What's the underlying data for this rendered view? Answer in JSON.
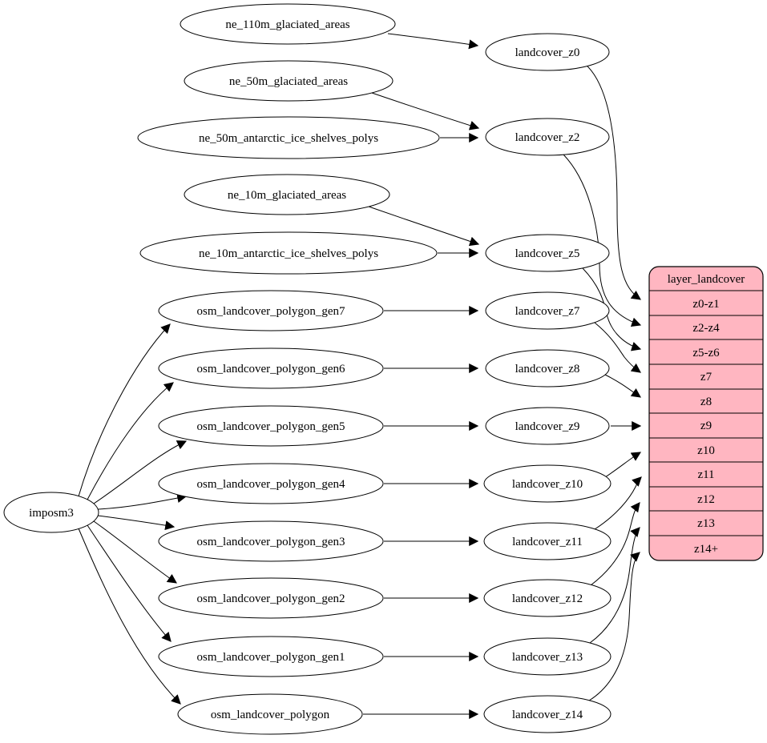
{
  "colors": {
    "node_fill": "#ffffff",
    "stroke": "#000000",
    "record_fill": "#ffb6c1"
  },
  "nodes": {
    "ne_110m_glaciated_areas": {
      "label": "ne_110m_glaciated_areas"
    },
    "ne_50m_glaciated_areas": {
      "label": "ne_50m_glaciated_areas"
    },
    "ne_50m_antarctic_ice_shelves_polys": {
      "label": "ne_50m_antarctic_ice_shelves_polys"
    },
    "ne_10m_glaciated_areas": {
      "label": "ne_10m_glaciated_areas"
    },
    "ne_10m_antarctic_ice_shelves_polys": {
      "label": "ne_10m_antarctic_ice_shelves_polys"
    },
    "osm_landcover_polygon_gen7": {
      "label": "osm_landcover_polygon_gen7"
    },
    "osm_landcover_polygon_gen6": {
      "label": "osm_landcover_polygon_gen6"
    },
    "osm_landcover_polygon_gen5": {
      "label": "osm_landcover_polygon_gen5"
    },
    "osm_landcover_polygon_gen4": {
      "label": "osm_landcover_polygon_gen4"
    },
    "osm_landcover_polygon_gen3": {
      "label": "osm_landcover_polygon_gen3"
    },
    "osm_landcover_polygon_gen2": {
      "label": "osm_landcover_polygon_gen2"
    },
    "osm_landcover_polygon_gen1": {
      "label": "osm_landcover_polygon_gen1"
    },
    "osm_landcover_polygon": {
      "label": "osm_landcover_polygon"
    },
    "imposm3": {
      "label": "imposm3"
    },
    "landcover_z0": {
      "label": "landcover_z0"
    },
    "landcover_z2": {
      "label": "landcover_z2"
    },
    "landcover_z5": {
      "label": "landcover_z5"
    },
    "landcover_z7": {
      "label": "landcover_z7"
    },
    "landcover_z8": {
      "label": "landcover_z8"
    },
    "landcover_z9": {
      "label": "landcover_z9"
    },
    "landcover_z10": {
      "label": "landcover_z10"
    },
    "landcover_z11": {
      "label": "landcover_z11"
    },
    "landcover_z12": {
      "label": "landcover_z12"
    },
    "landcover_z13": {
      "label": "landcover_z13"
    },
    "landcover_z14": {
      "label": "landcover_z14"
    }
  },
  "record": {
    "title": "layer_landcover",
    "rows": [
      "z0-z1",
      "z2-z4",
      "z5-z6",
      "z7",
      "z8",
      "z9",
      "z10",
      "z11",
      "z12",
      "z13",
      "z14+"
    ]
  },
  "edges": [
    {
      "from": "ne_110m_glaciated_areas",
      "to": "landcover_z0"
    },
    {
      "from": "ne_50m_glaciated_areas",
      "to": "landcover_z2"
    },
    {
      "from": "ne_50m_antarctic_ice_shelves_polys",
      "to": "landcover_z2"
    },
    {
      "from": "ne_10m_glaciated_areas",
      "to": "landcover_z5"
    },
    {
      "from": "ne_10m_antarctic_ice_shelves_polys",
      "to": "landcover_z5"
    },
    {
      "from": "imposm3",
      "to": "osm_landcover_polygon_gen7"
    },
    {
      "from": "imposm3",
      "to": "osm_landcover_polygon_gen6"
    },
    {
      "from": "imposm3",
      "to": "osm_landcover_polygon_gen5"
    },
    {
      "from": "imposm3",
      "to": "osm_landcover_polygon_gen4"
    },
    {
      "from": "imposm3",
      "to": "osm_landcover_polygon_gen3"
    },
    {
      "from": "imposm3",
      "to": "osm_landcover_polygon_gen2"
    },
    {
      "from": "imposm3",
      "to": "osm_landcover_polygon_gen1"
    },
    {
      "from": "imposm3",
      "to": "osm_landcover_polygon"
    },
    {
      "from": "osm_landcover_polygon_gen7",
      "to": "landcover_z7"
    },
    {
      "from": "osm_landcover_polygon_gen6",
      "to": "landcover_z8"
    },
    {
      "from": "osm_landcover_polygon_gen5",
      "to": "landcover_z9"
    },
    {
      "from": "osm_landcover_polygon_gen4",
      "to": "landcover_z10"
    },
    {
      "from": "osm_landcover_polygon_gen3",
      "to": "landcover_z11"
    },
    {
      "from": "osm_landcover_polygon_gen2",
      "to": "landcover_z12"
    },
    {
      "from": "osm_landcover_polygon_gen1",
      "to": "landcover_z13"
    },
    {
      "from": "osm_landcover_polygon",
      "to": "landcover_z14"
    },
    {
      "from": "landcover_z0",
      "to": "layer_landcover.z0-z1"
    },
    {
      "from": "landcover_z2",
      "to": "layer_landcover.z2-z4"
    },
    {
      "from": "landcover_z5",
      "to": "layer_landcover.z5-z6"
    },
    {
      "from": "landcover_z7",
      "to": "layer_landcover.z7"
    },
    {
      "from": "landcover_z8",
      "to": "layer_landcover.z8"
    },
    {
      "from": "landcover_z9",
      "to": "layer_landcover.z9"
    },
    {
      "from": "landcover_z10",
      "to": "layer_landcover.z10"
    },
    {
      "from": "landcover_z11",
      "to": "layer_landcover.z11"
    },
    {
      "from": "landcover_z12",
      "to": "layer_landcover.z12"
    },
    {
      "from": "landcover_z13",
      "to": "layer_landcover.z13"
    },
    {
      "from": "landcover_z14",
      "to": "layer_landcover.z14+"
    }
  ]
}
